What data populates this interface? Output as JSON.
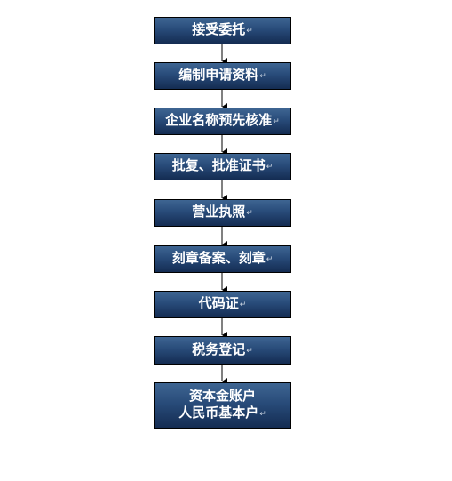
{
  "steps": [
    {
      "label": "接受委托",
      "mark": "↵"
    },
    {
      "label": "编制申请资料",
      "mark": "↵"
    },
    {
      "label": "企业名称预先核准",
      "mark": "↵"
    },
    {
      "label": "批复、批准证书",
      "mark": "↵"
    },
    {
      "label": "营业执照",
      "mark": "↵"
    },
    {
      "label": "刻章备案、刻章",
      "mark": "↵"
    },
    {
      "label": "代码证",
      "mark": "↵"
    },
    {
      "label": "税务登记",
      "mark": "↵"
    },
    {
      "label_line1": "资本金账户",
      "label_line2": "人民币基本户",
      "mark": "↵"
    }
  ],
  "colors": {
    "box_top": "#3e6592",
    "box_bottom": "#142c52",
    "box_text": "#ffffff",
    "connector": "#000000"
  }
}
